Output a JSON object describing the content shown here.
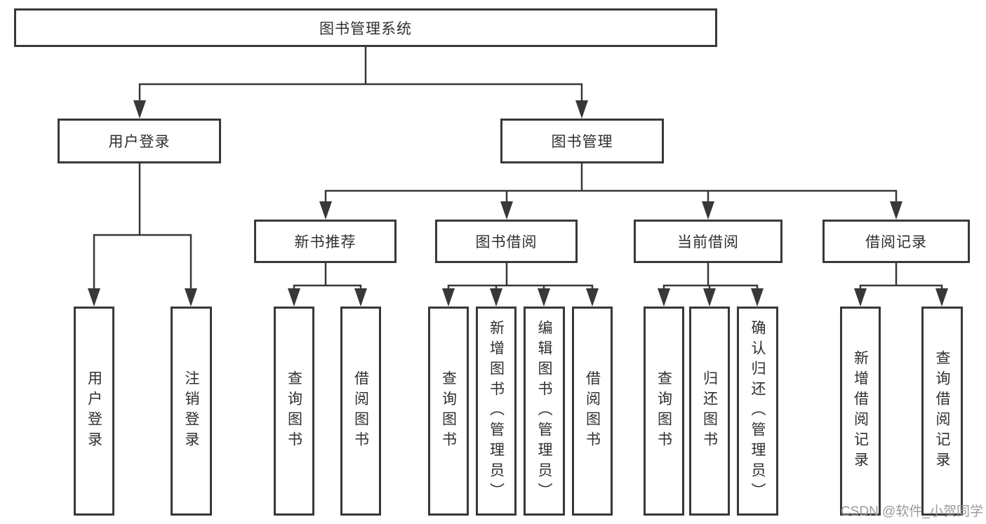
{
  "watermark": "CSDN @软件_小贺同学",
  "colors": {
    "line": "#383838",
    "box_border": "#383838",
    "text": "#2f2f2f",
    "watermark": "#9a9a9a",
    "background": "#ffffff"
  },
  "tree": {
    "root": {
      "label": "图书管理系统"
    },
    "branches": [
      {
        "label": "用户登录",
        "children": [
          {
            "label": "用户登录"
          },
          {
            "label": "注销登录"
          }
        ]
      },
      {
        "label": "图书管理",
        "children": [
          {
            "label": "新书推荐",
            "children": [
              {
                "label": "查询图书"
              },
              {
                "label": "借阅图书"
              }
            ]
          },
          {
            "label": "图书借阅",
            "children": [
              {
                "label": "查询图书"
              },
              {
                "label": "新增图书（管理员）"
              },
              {
                "label": "编辑图书（管理员）"
              },
              {
                "label": "借阅图书"
              }
            ]
          },
          {
            "label": "当前借阅",
            "children": [
              {
                "label": "查询图书"
              },
              {
                "label": "归还图书"
              },
              {
                "label": "确认归还（管理员）"
              }
            ]
          },
          {
            "label": "借阅记录",
            "children": [
              {
                "label": "新增借阅记录"
              },
              {
                "label": "查询借阅记录"
              }
            ]
          }
        ]
      }
    ]
  }
}
